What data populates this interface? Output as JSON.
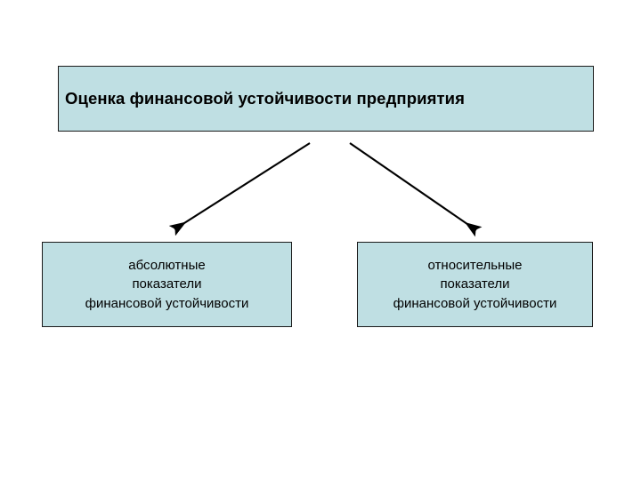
{
  "slide": {
    "background_color": "#ffffff",
    "node_fill_color": "#bfdfe3",
    "node_border_color": "#1a1a1a",
    "text_color": "#000000",
    "connector_color": "#000000"
  },
  "diagram": {
    "type": "hierarchy",
    "root": {
      "id": "root",
      "title": "Оценка финансовой устойчивости предприятия"
    },
    "children": [
      {
        "id": "absolute",
        "lines": [
          "абсолютные",
          "показатели",
          "финансовой устойчивости"
        ]
      },
      {
        "id": "relative",
        "lines": [
          "относительные",
          "показатели",
          "финансовой устойчивости"
        ]
      }
    ],
    "connectors": [
      {
        "id": "arrow-to-absolute",
        "from": "root",
        "to": "absolute",
        "direction": "down-left"
      },
      {
        "id": "arrow-to-relative",
        "from": "root",
        "to": "relative",
        "direction": "down-right"
      }
    ]
  }
}
